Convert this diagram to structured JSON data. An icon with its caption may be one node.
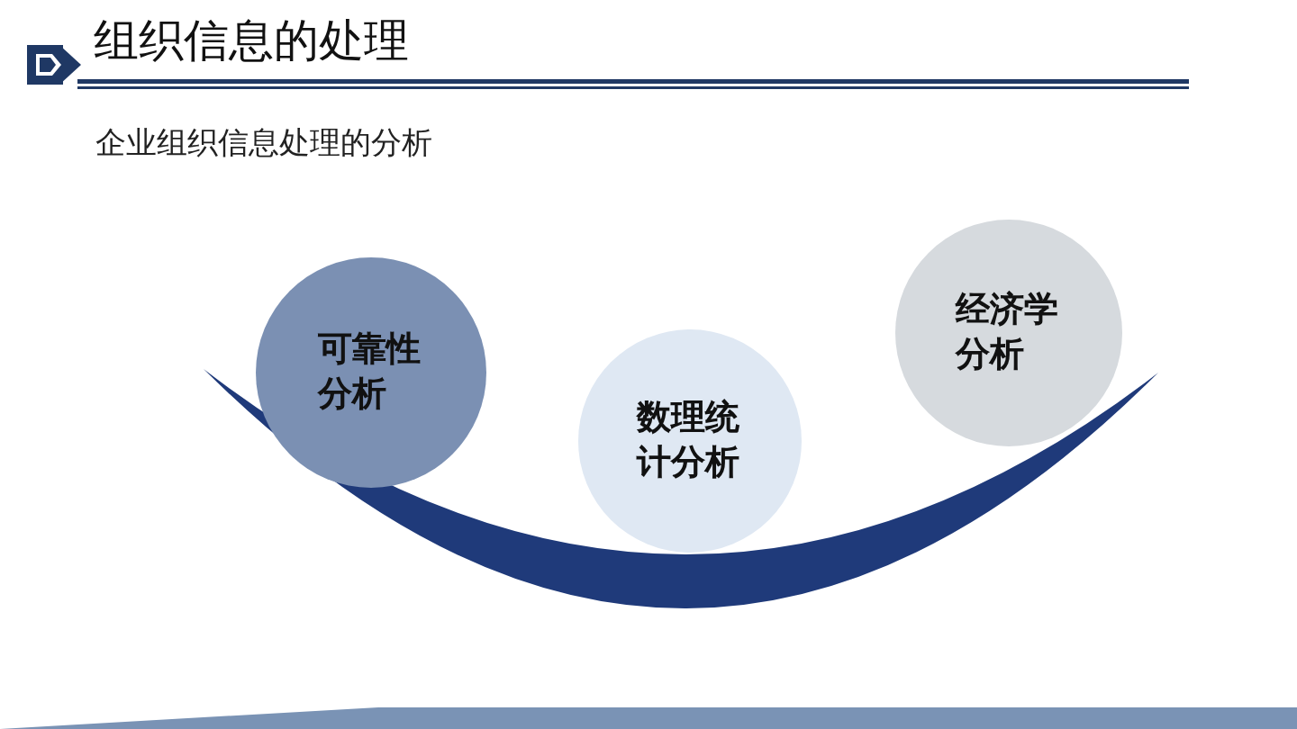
{
  "diagram": {
    "title": "组织信息的处理",
    "nodes": [
      {
        "text": [
          "可靠性分析"
        ]
      },
      {
        "text": [
          "数理统计分析"
        ]
      },
      {
        "text": [
          "经济学分析"
        ]
      }
    ],
    "labels": [
      "企业组织信息处理的分析"
    ]
  }
}
